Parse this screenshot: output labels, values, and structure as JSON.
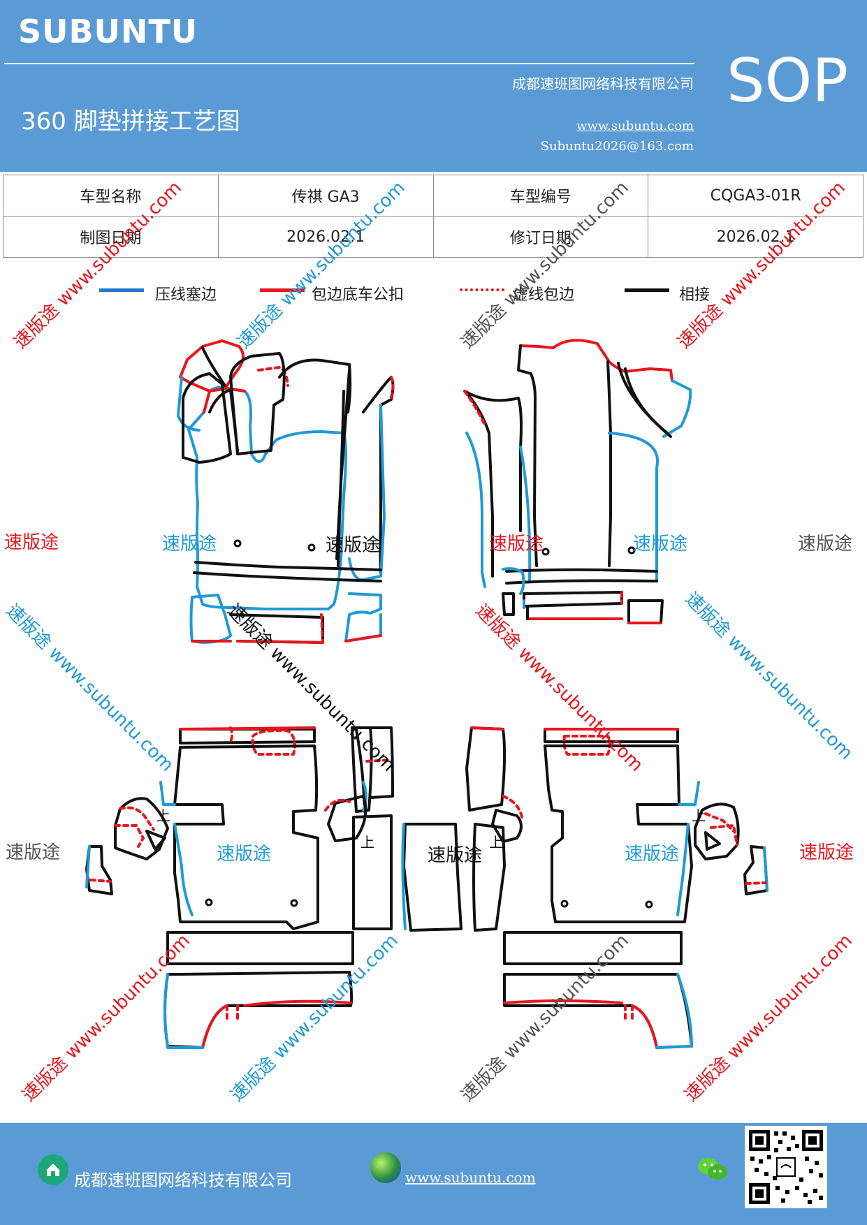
{
  "header": {
    "brand": "SUBUNTU",
    "company": "成都速班图网络科技有限公司",
    "title": "360 脚垫拼接工艺图",
    "website": "www.subuntu.com",
    "email": "Subuntu2026@163.com",
    "badge": "SOP"
  },
  "info_table": {
    "row1": {
      "label1": "车型名称",
      "value1": "传祺 GA3",
      "label2": "车型编号",
      "value2": "CQGA3-01R"
    },
    "row2": {
      "label1": "制图日期",
      "value1": "2026.02.1",
      "label2": "修订日期",
      "value2": "2026.02.1"
    }
  },
  "legend": [
    {
      "label": "压线塞边",
      "color": "#1f78c8",
      "style": "solid"
    },
    {
      "label": "包边底车公扣",
      "color": "#e8161d",
      "style": "solid"
    },
    {
      "label": "虚线包边",
      "color": "#e8161d",
      "style": "dotted"
    },
    {
      "label": "相接",
      "color": "#111111",
      "style": "solid"
    }
  ],
  "watermarks": {
    "brand": "速版途",
    "long": "速版途 www.subuntu.com"
  },
  "part_marks": {
    "up": "上"
  },
  "colors": {
    "header_bg": "#5b9bd5",
    "blue_edge": "#1f9ad6",
    "red_edge": "#e8161d",
    "seam": "#111111"
  },
  "footer": {
    "company": "成都速班图网络科技有限公司",
    "website": "www.subuntu.com"
  }
}
